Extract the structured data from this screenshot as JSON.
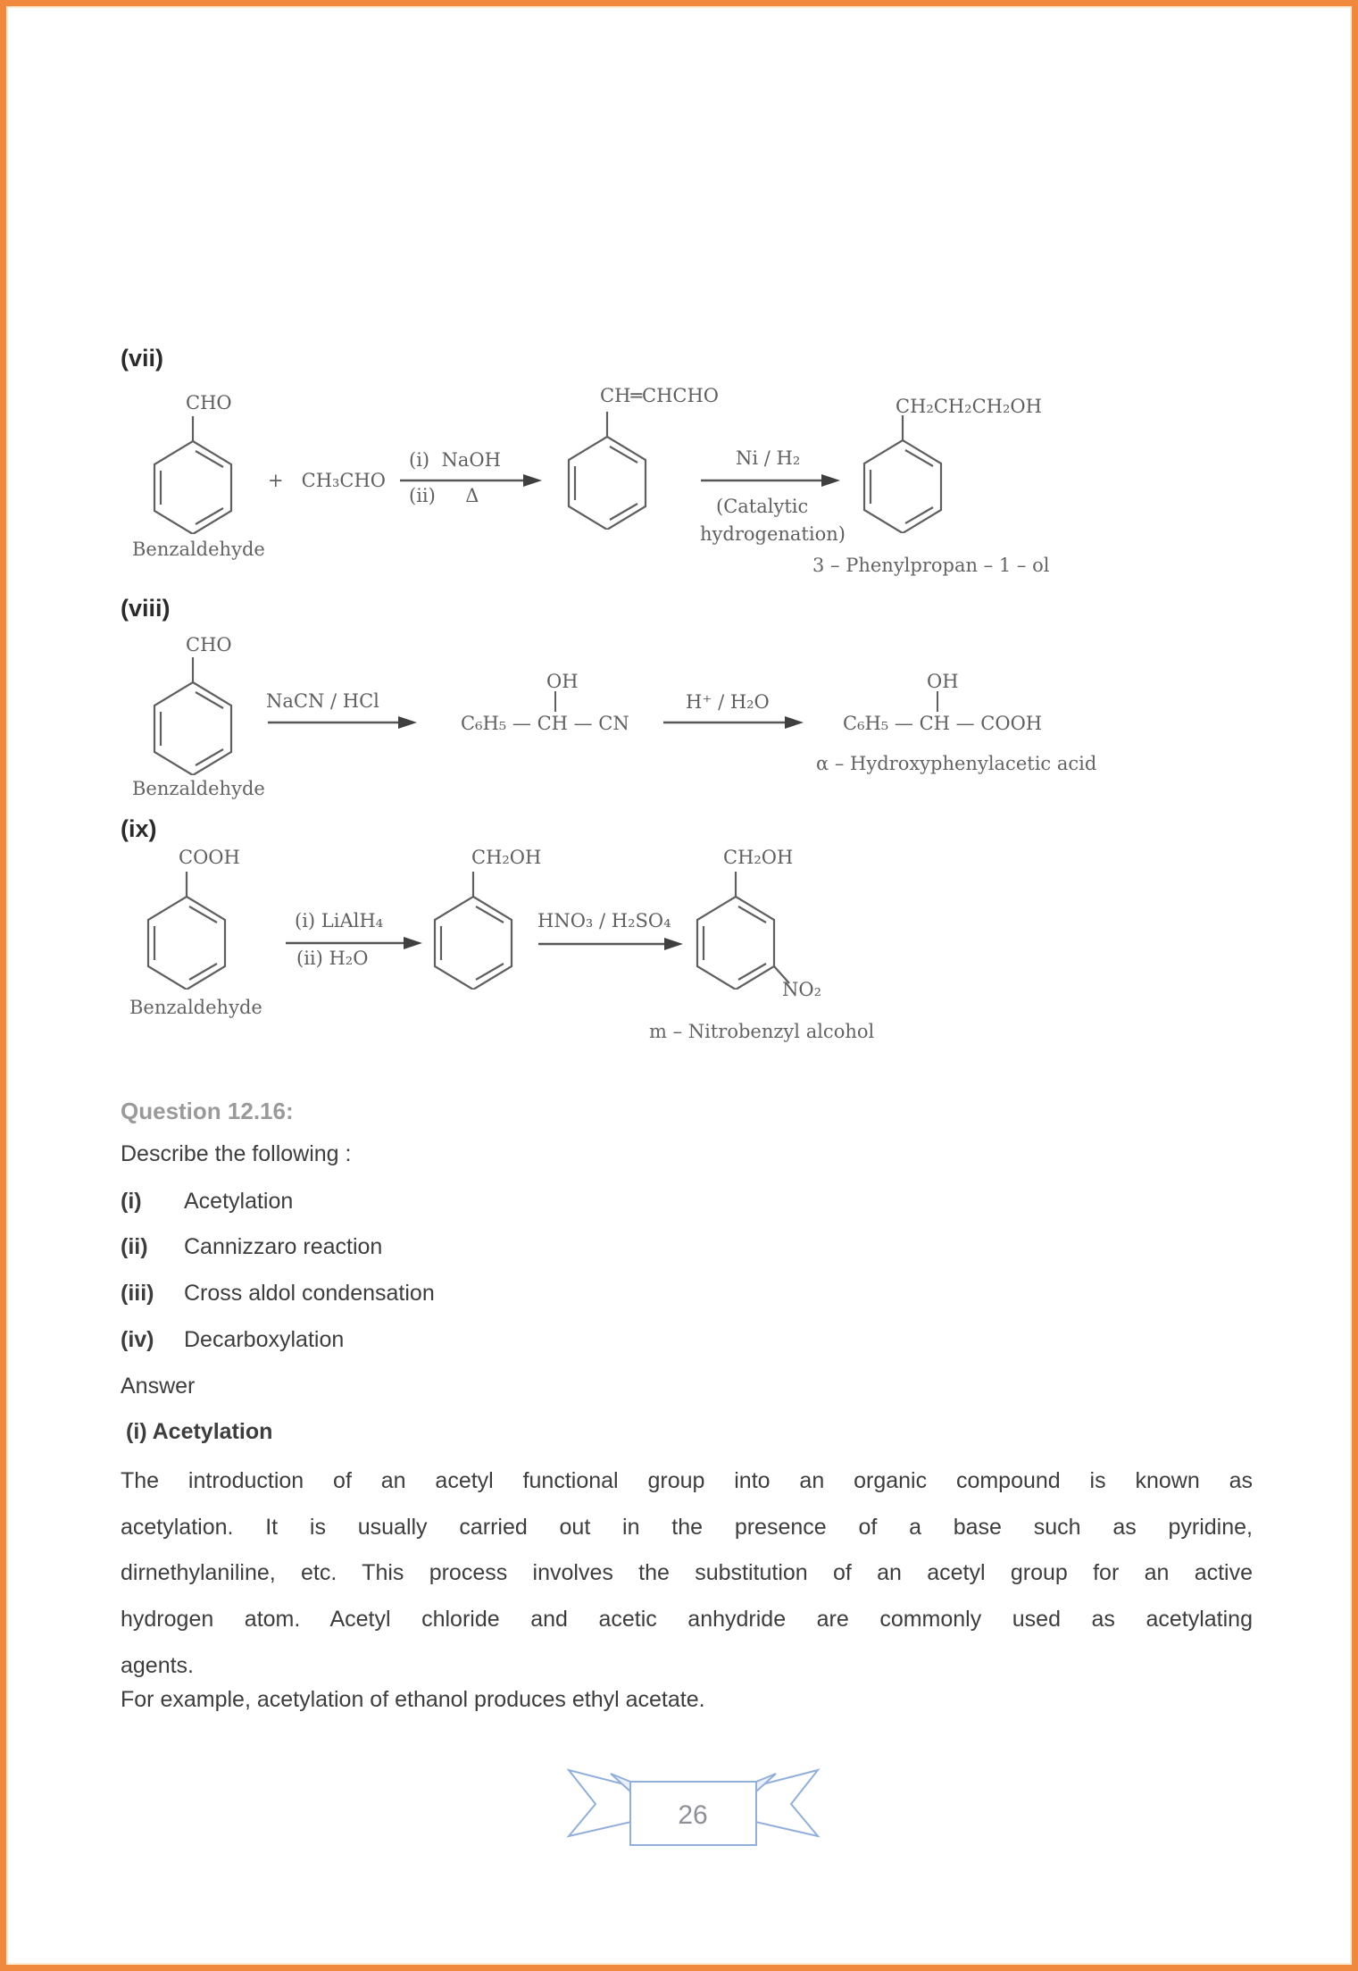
{
  "colors": {
    "page_border": "#f0893d",
    "question_heading": "#9a9a9a",
    "ribbon_outline": "#92aedb",
    "body_text": "#3d3d3d"
  },
  "vii": {
    "label": "(vii)",
    "cho": "CHO",
    "reactant_name": "Benzaldehyde",
    "plus_reagent": "+   CH₃CHO",
    "arrow1_top": "(i)  NaOH",
    "arrow1_bottom": "(ii)     Δ",
    "alkene_label": "CH═CHCHO",
    "arrow2_top": "Ni / H₂",
    "arrow2_bottom_line1": "(Catalytic",
    "arrow2_bottom_line2": "hydrogenation)",
    "product_chain": "CH₂CH₂CH₂OH",
    "product_name": "3 – Phenylpropan – 1 – ol"
  },
  "viii": {
    "label": "(viii)",
    "cho": "CHO",
    "reactant_name": "Benzaldehyde",
    "arrow1_top": "NaCN / HCl",
    "oh1": "OH",
    "cyanohydrin": "C₆H₅ — CH — CN",
    "arrow2_top": "H⁺ / H₂O",
    "oh2": "OH",
    "acid": "C₆H₅ — CH — COOH",
    "product_name": "α – Hydroxyphenylacetic acid"
  },
  "ix": {
    "label": "(ix)",
    "cooh": "COOH",
    "reactant_name": "Benzaldehyde",
    "arrow1_top": "(i) LiAlH₄",
    "arrow1_bottom": "(ii) H₂O",
    "mid_top": "CH₂OH",
    "arrow2_top": "HNO₃ / H₂SO₄",
    "product_top": "CH₂OH",
    "no2": "NO₂",
    "product_name": "m – Nitrobenzyl alcohol"
  },
  "question": {
    "heading": "Question 12.16:",
    "intro": "Describe the following :",
    "items": [
      {
        "num": "(i)",
        "label": "Acetylation"
      },
      {
        "num": "(ii)",
        "label": "Cannizzaro reaction"
      },
      {
        "num": "(iii)",
        "label": "Cross aldol condensation"
      },
      {
        "num": "(iv)",
        "label": "Decarboxylation"
      }
    ],
    "answer_label": "Answer"
  },
  "answer": {
    "heading": "(i) Acetylation",
    "para1_lines": [
      "The introduction of an acetyl functional group into an organic compound is known as",
      "acetylation. It is usually carried out in the presence of a base such as pyridine,",
      "dirnethylaniline, etc. This process involves the substitution of an acetyl group for an active",
      "hydrogen atom. Acetyl chloride and acetic anhydride are commonly used as acetylating",
      "agents."
    ],
    "para2": "For example, acetylation of ethanol produces ethyl acetate."
  },
  "footer": {
    "page_number": "26"
  }
}
